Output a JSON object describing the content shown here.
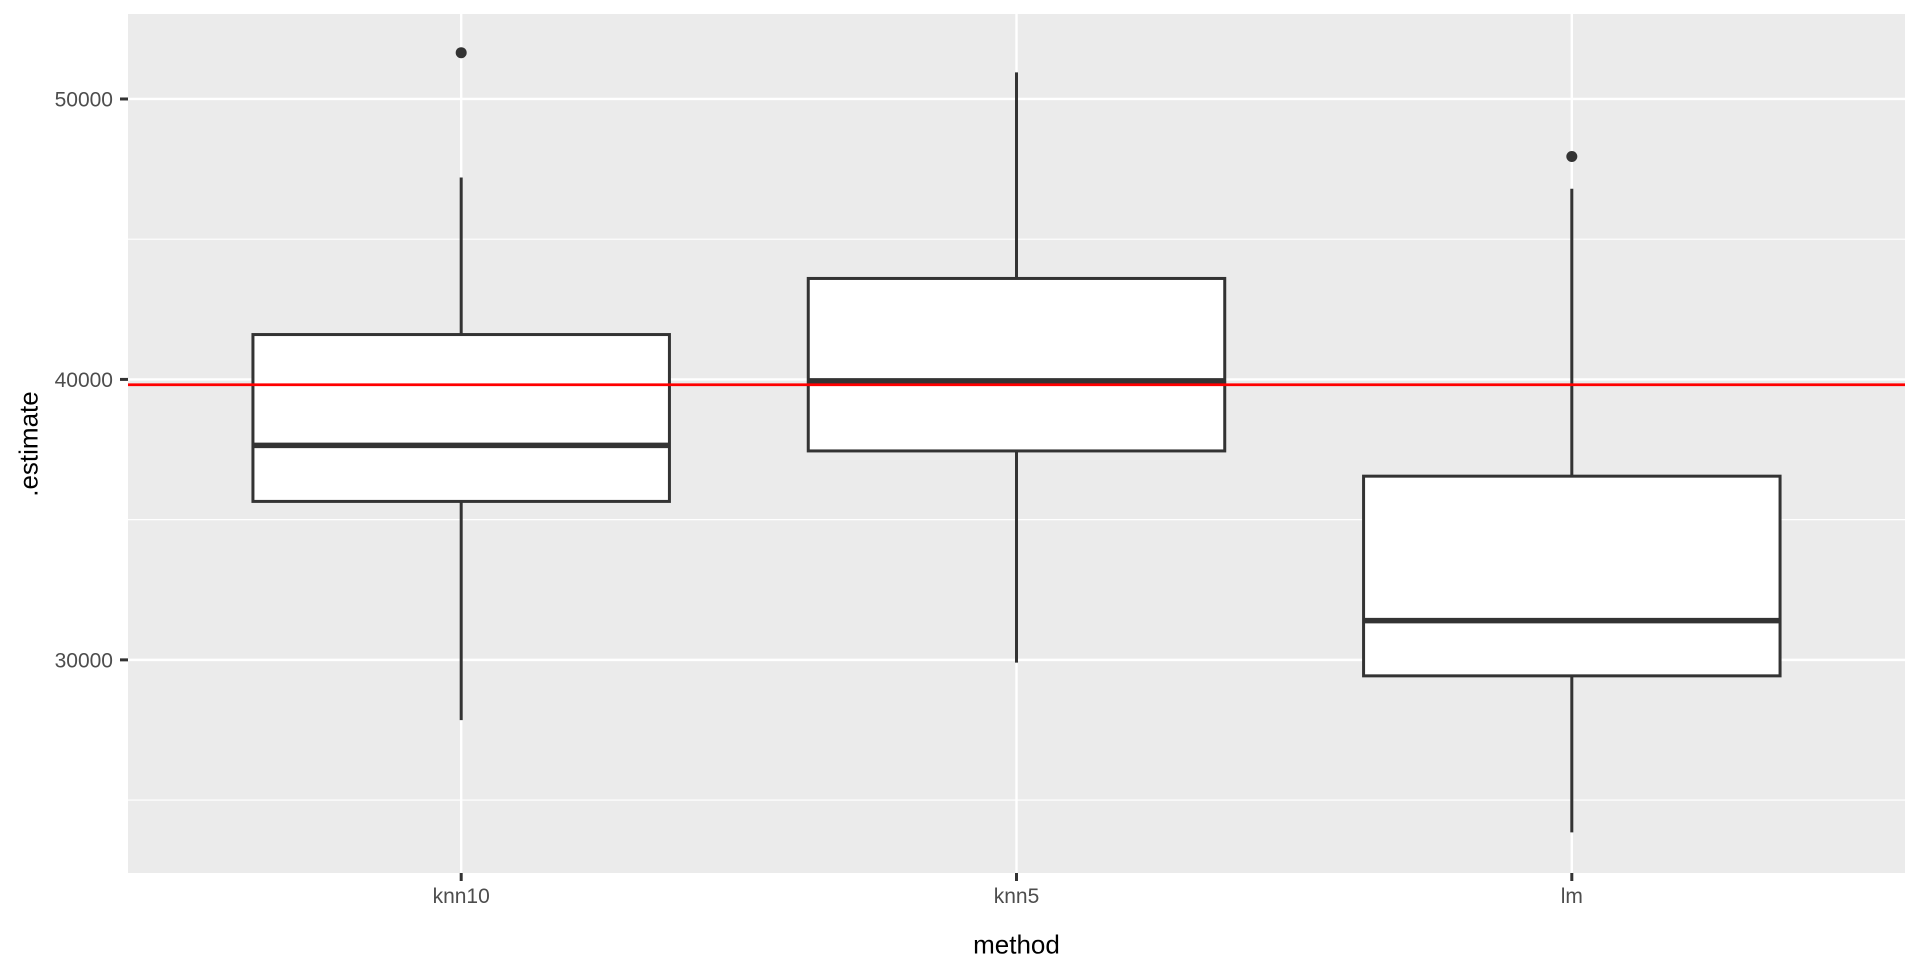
{
  "figure": {
    "background": "#FFFFFF",
    "panel_background": "#EBEBEB",
    "grid_color": "#FFFFFF",
    "axis_text_color": "#4D4D4D",
    "axis_title_color": "#000000",
    "box_stroke_color": "#333333",
    "box_fill_color": "#FFFFFF",
    "tick_mark_color": "#333333"
  },
  "chart_data": {
    "type": "boxplot",
    "title": "",
    "xlabel": "method",
    "ylabel": ".estimate",
    "categories": [
      "knn10",
      "knn5",
      "lm"
    ],
    "series": [
      {
        "category": "knn10",
        "whisker_low": 27850,
        "q1": 35650,
        "median": 37650,
        "q3": 41600,
        "whisker_high": 47200,
        "outliers": [
          51650
        ]
      },
      {
        "category": "knn5",
        "whisker_low": 29900,
        "q1": 37450,
        "median": 39950,
        "q3": 43600,
        "whisker_high": 50950,
        "outliers": []
      },
      {
        "category": "lm",
        "whisker_low": 23850,
        "q1": 29430,
        "median": 31400,
        "q3": 36550,
        "whisker_high": 46800,
        "outliers": [
          47950
        ]
      }
    ],
    "reference_line": {
      "orientation": "horizontal",
      "value": 39810,
      "color": "#FF0000"
    },
    "y_ticks": [
      30000,
      40000,
      50000
    ],
    "y_minor_ticks": [
      25000,
      35000,
      45000
    ],
    "ylim": [
      22400,
      53030
    ],
    "grid": true,
    "legend": "none"
  }
}
